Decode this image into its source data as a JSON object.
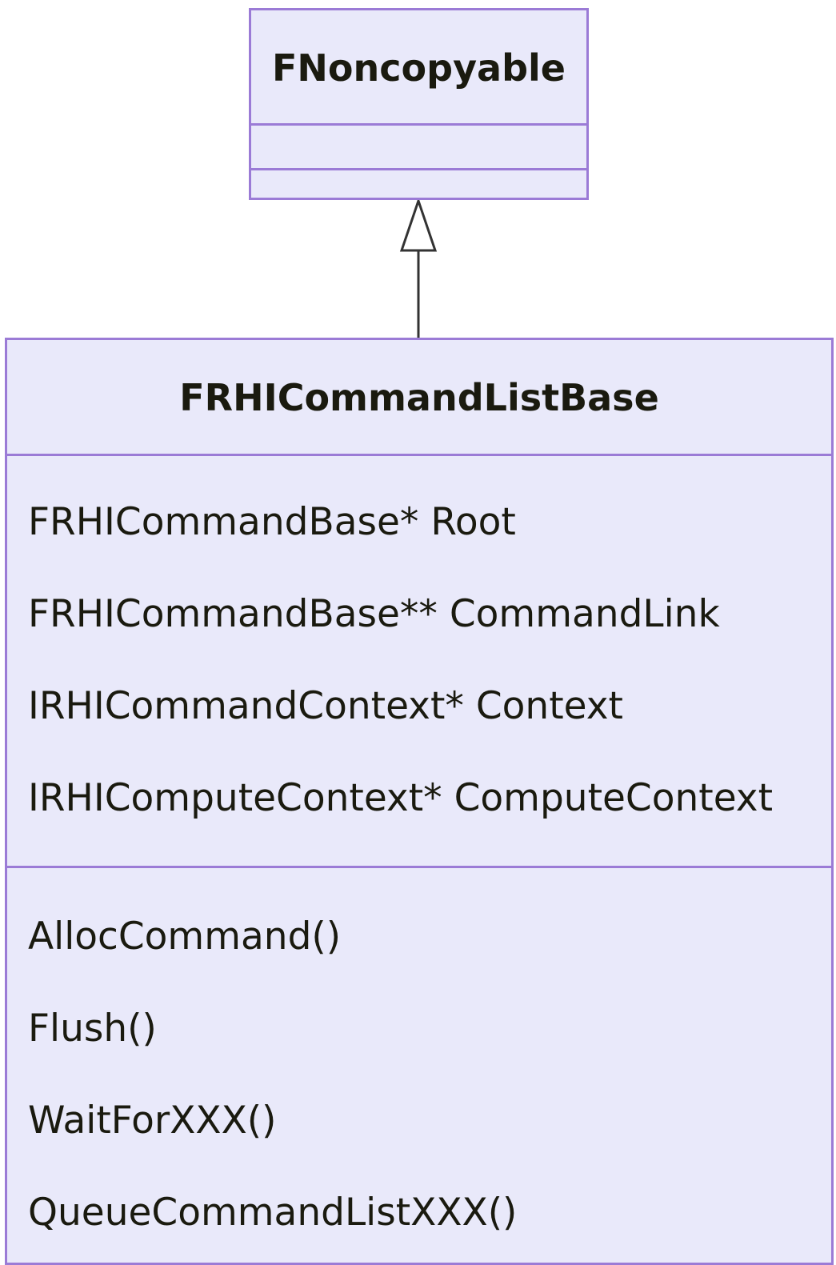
{
  "diagram": {
    "classes": [
      {
        "name": "FNoncopyable",
        "attributes": [],
        "methods": []
      },
      {
        "name": "FRHICommandListBase",
        "attributes": [
          "FRHICommandBase* Root",
          "FRHICommandBase** CommandLink",
          "IRHICommandContext* Context",
          "IRHIComputeContext* ComputeContext"
        ],
        "methods": [
          "AllocCommand()",
          "Flush()",
          "WaitForXXX()",
          "QueueCommandListXXX()"
        ]
      }
    ],
    "relationships": [
      {
        "type": "inheritance",
        "from": "FRHICommandListBase",
        "to": "FNoncopyable"
      }
    ]
  },
  "colors": {
    "box_fill": "#e9e9fa",
    "box_border": "#9b7bd6",
    "text": "#1a1a0f",
    "connector": "#333333"
  }
}
